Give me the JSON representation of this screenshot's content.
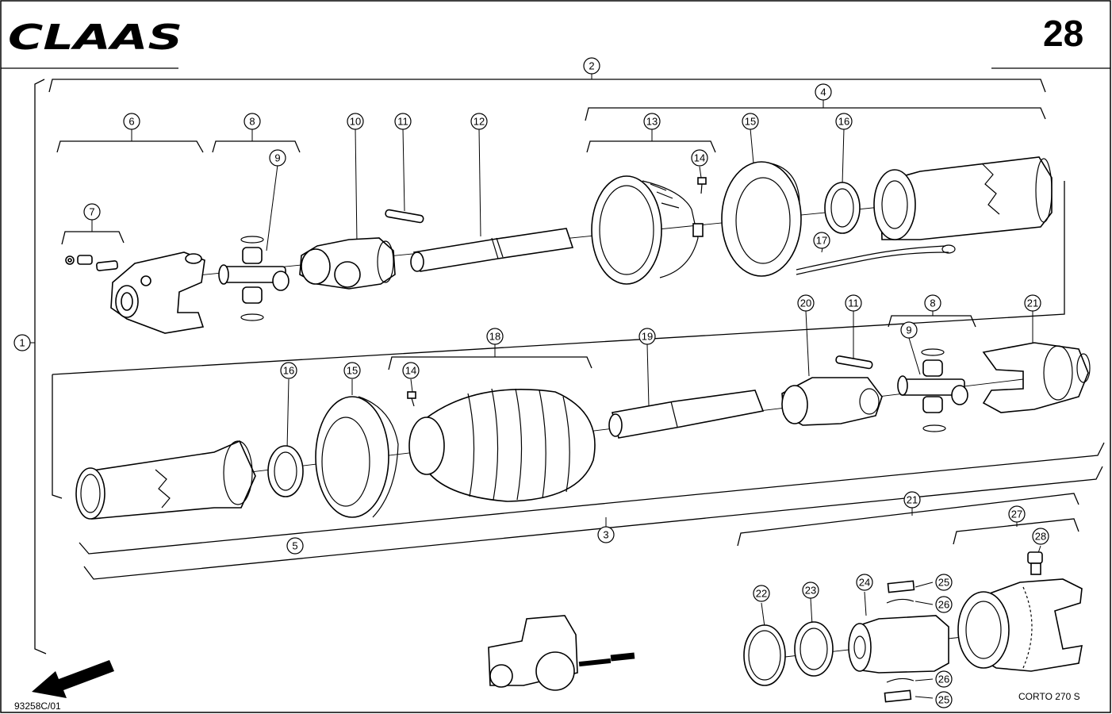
{
  "header": {
    "brand": "CLAAS",
    "page_number": "28"
  },
  "footer": {
    "drawing_code": "93258C/01",
    "model_label": "CORTO 270 S"
  },
  "callouts": [
    {
      "id": "c2a",
      "label": "2"
    },
    {
      "id": "c4",
      "label": "4"
    },
    {
      "id": "c6",
      "label": "6"
    },
    {
      "id": "c8a",
      "label": "8"
    },
    {
      "id": "c10",
      "label": "10"
    },
    {
      "id": "c11a",
      "label": "11"
    },
    {
      "id": "c12",
      "label": "12"
    },
    {
      "id": "c13",
      "label": "13"
    },
    {
      "id": "c15a",
      "label": "15"
    },
    {
      "id": "c16a",
      "label": "16"
    },
    {
      "id": "c9a",
      "label": "9"
    },
    {
      "id": "c14a",
      "label": "14"
    },
    {
      "id": "c7",
      "label": "7"
    },
    {
      "id": "c17",
      "label": "17"
    },
    {
      "id": "c1",
      "label": "1"
    },
    {
      "id": "c20",
      "label": "20"
    },
    {
      "id": "c11b",
      "label": "11"
    },
    {
      "id": "c8b",
      "label": "8"
    },
    {
      "id": "c21a",
      "label": "21"
    },
    {
      "id": "c9b",
      "label": "9"
    },
    {
      "id": "c18",
      "label": "18"
    },
    {
      "id": "c19",
      "label": "19"
    },
    {
      "id": "c16b",
      "label": "16"
    },
    {
      "id": "c15b",
      "label": "15"
    },
    {
      "id": "c14b",
      "label": "14"
    },
    {
      "id": "c5",
      "label": "5"
    },
    {
      "id": "c3",
      "label": "3"
    },
    {
      "id": "c21b",
      "label": "21"
    },
    {
      "id": "c27",
      "label": "27"
    },
    {
      "id": "c28",
      "label": "28"
    },
    {
      "id": "c22",
      "label": "22"
    },
    {
      "id": "c23",
      "label": "23"
    },
    {
      "id": "c24",
      "label": "24"
    },
    {
      "id": "c25a",
      "label": "25"
    },
    {
      "id": "c26a",
      "label": "26"
    },
    {
      "id": "c26b",
      "label": "26"
    },
    {
      "id": "c25b",
      "label": "25"
    }
  ]
}
